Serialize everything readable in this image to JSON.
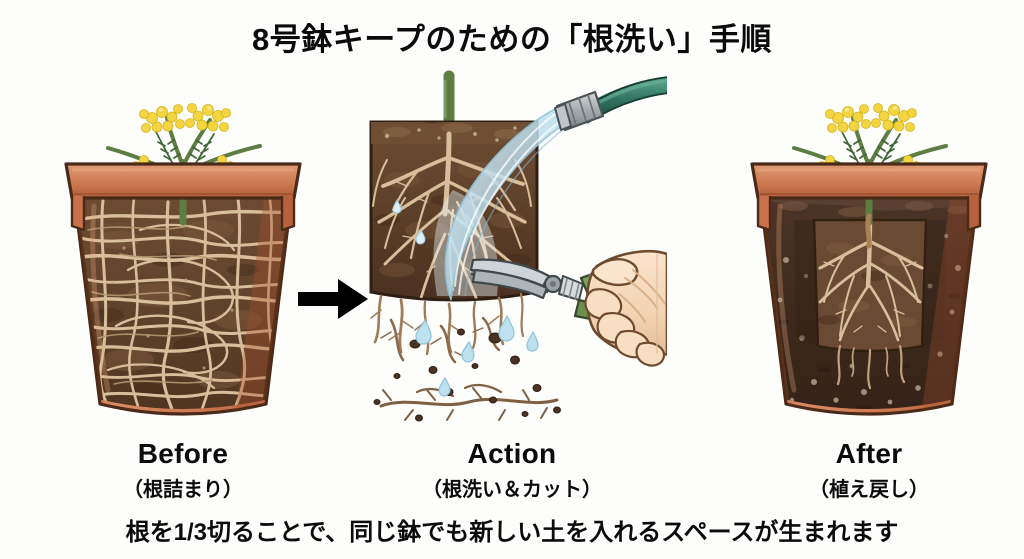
{
  "page": {
    "background_color": "#fdfdfc",
    "text_color": "#0b0b0b"
  },
  "header": {
    "title": "8号鉢キープのための「根洗い」手順"
  },
  "steps": [
    {
      "id": "before",
      "label_en": "Before",
      "label_jp": "（根詰まり）",
      "art_name": "potted-plant-rootbound-illustration"
    },
    {
      "id": "action",
      "label_en": "Action",
      "label_jp": "（根洗い＆カット）",
      "art_name": "root-washing-and-pruning-illustration"
    },
    {
      "id": "after",
      "label_en": "After",
      "label_jp": "（植え戻し）",
      "art_name": "potted-plant-replanted-illustration"
    }
  ],
  "arrow": {
    "direction": "right",
    "color": "#000000"
  },
  "caption": {
    "text": "根を1/3切ることで、同じ鉢でも新しい土を入れるスペースが生まれます"
  },
  "palette": {
    "terracotta_light": "#D98A63",
    "terracotta_mid": "#C9714A",
    "terracotta_dark": "#A8512F",
    "outline": "#2b1f17",
    "soil_old": "#6B4A32",
    "soil_new": "#4A3426",
    "root_light": "#D8BE9A",
    "root_mid": "#B08E67",
    "root_dark": "#8A6A4A",
    "leaf_green": "#4E7A41",
    "leaf_dark": "#33562C",
    "stem_green": "#7E9B5C",
    "flower_yellow": "#F2D540",
    "flower_yellow_light": "#F7E680",
    "hose_green": "#3A7D6A",
    "hose_green_dark": "#255A4B",
    "nozzle_gray": "#A7ADB0",
    "water_blue": "#BFE0EE",
    "skin": "#F6D9BD",
    "skin_shadow": "#E0B993",
    "blade_silver": "#BDC3C7",
    "handle_green": "#6E8F4E"
  }
}
